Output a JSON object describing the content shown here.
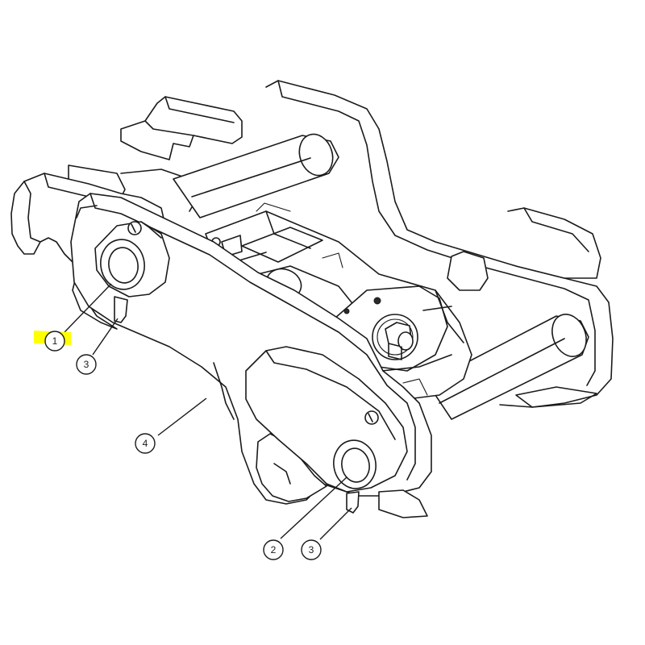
{
  "highlight_color": "#ffff00",
  "callouts": [
    {
      "id": "c1",
      "label": "1",
      "highlighted": true
    },
    {
      "id": "c3a",
      "label": "3"
    },
    {
      "id": "c4",
      "label": "4"
    },
    {
      "id": "c2",
      "label": "2"
    },
    {
      "id": "c3b",
      "label": "3"
    }
  ]
}
